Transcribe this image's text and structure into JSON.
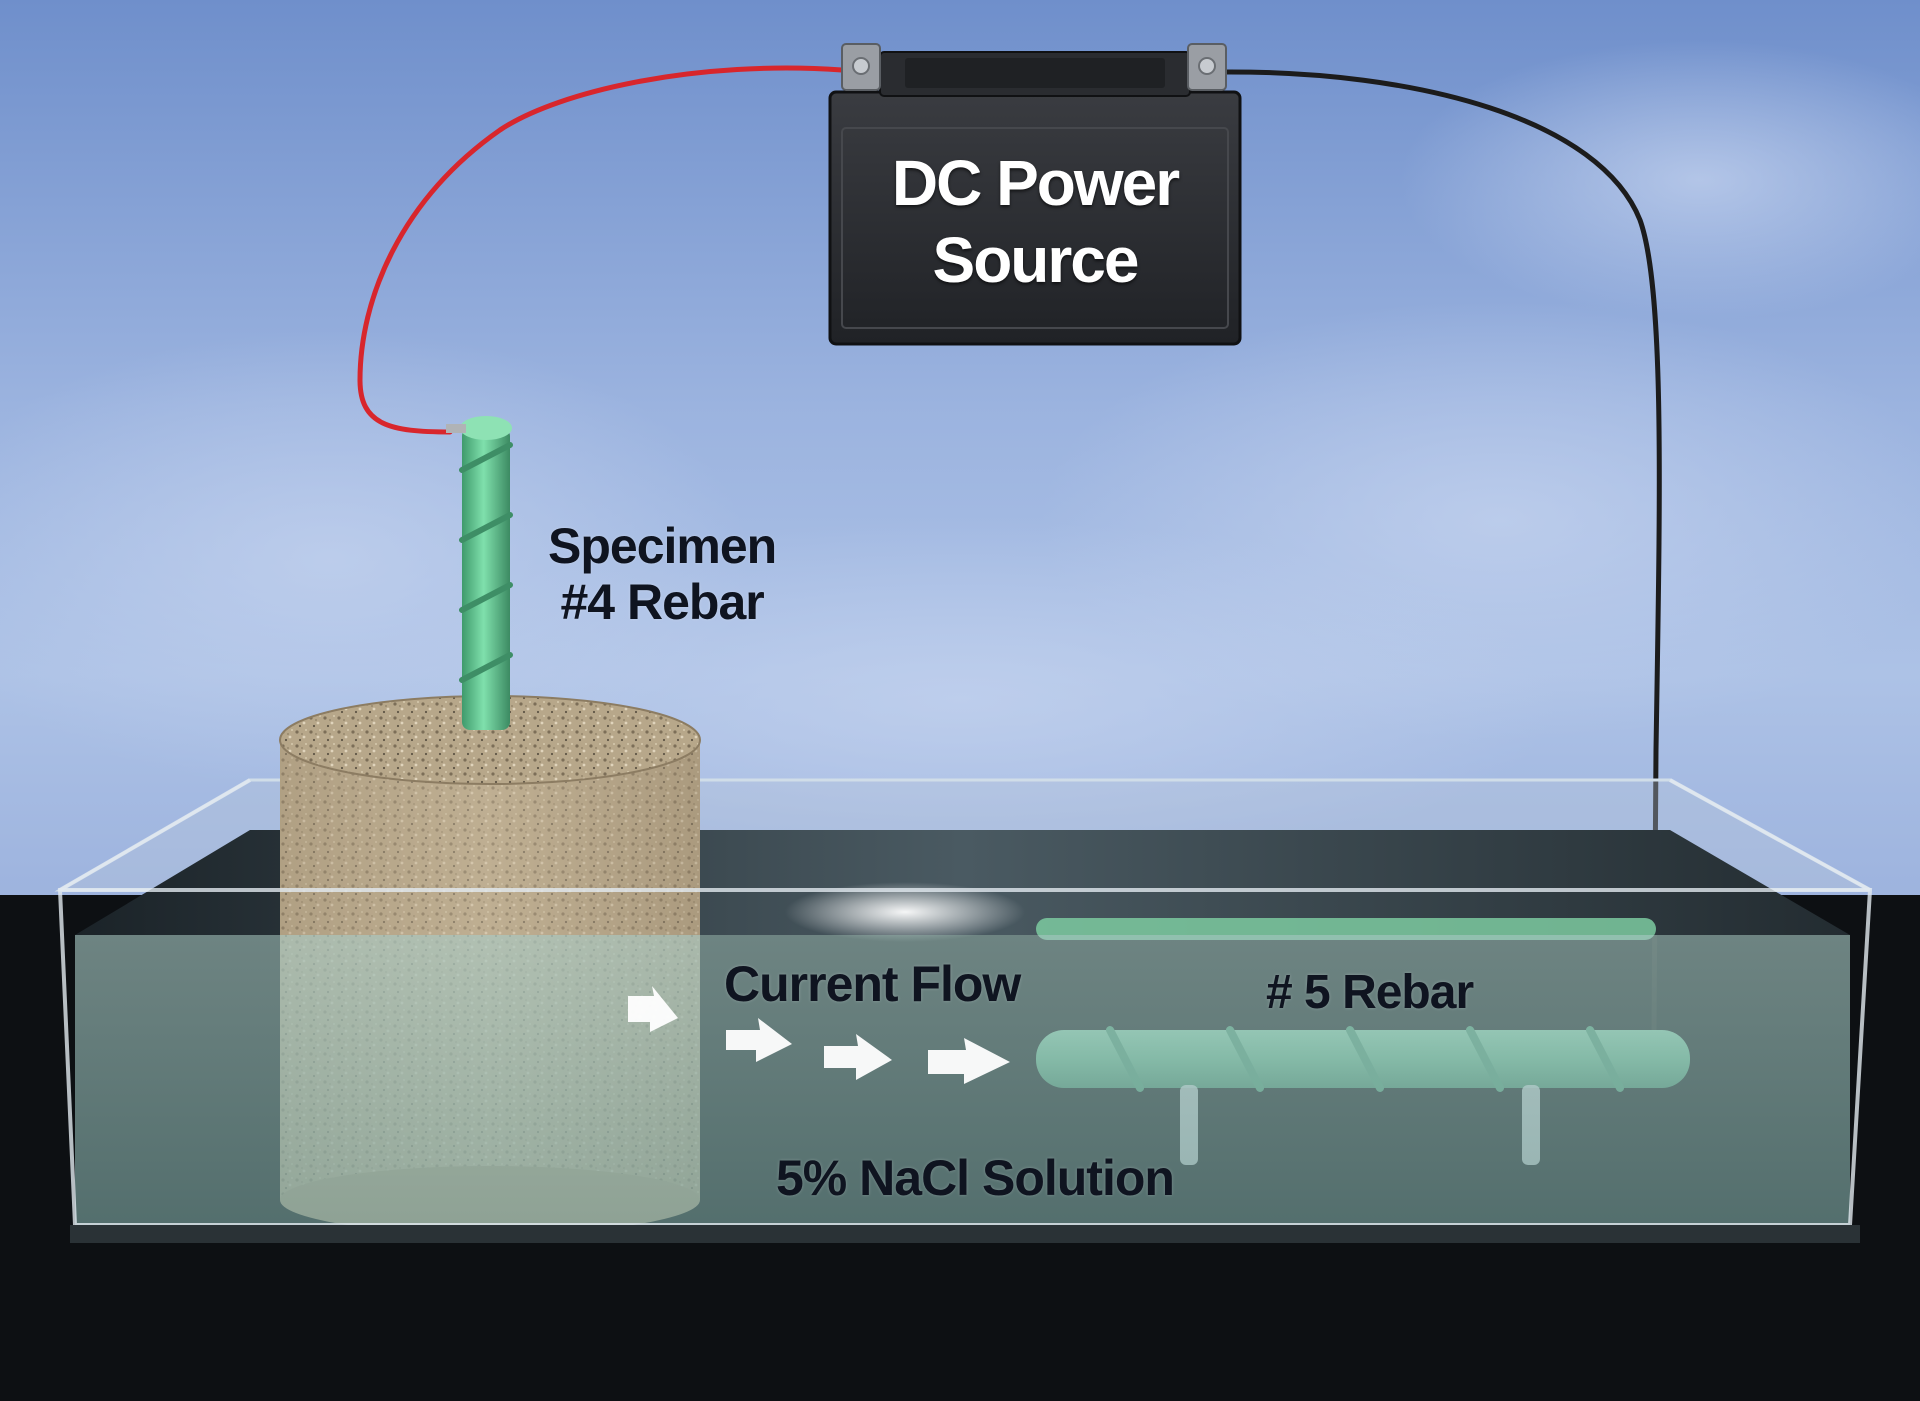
{
  "title": "",
  "power_source": {
    "line1": "DC Power",
    "line2": "Source"
  },
  "specimen": {
    "line1": "Specimen",
    "line2": "#4 Rebar"
  },
  "current_flow_label": "Current Flow",
  "counter_rebar_label": "# 5 Rebar",
  "solution_label": "5% NaCl Solution",
  "icons": [
    "battery-icon",
    "terminal-icon",
    "arrow-icon"
  ],
  "colors": {
    "sky_top": "#7896cc",
    "sky_mid": "#aabfe2",
    "positive_wire": "#d8262c",
    "negative_wire": "#1c1c1c",
    "battery_body": "#25272b",
    "rebar_green": "#64c795",
    "solution": "#8fb8b3",
    "concrete": "#b9a88c",
    "label_text": "#0f1420"
  }
}
